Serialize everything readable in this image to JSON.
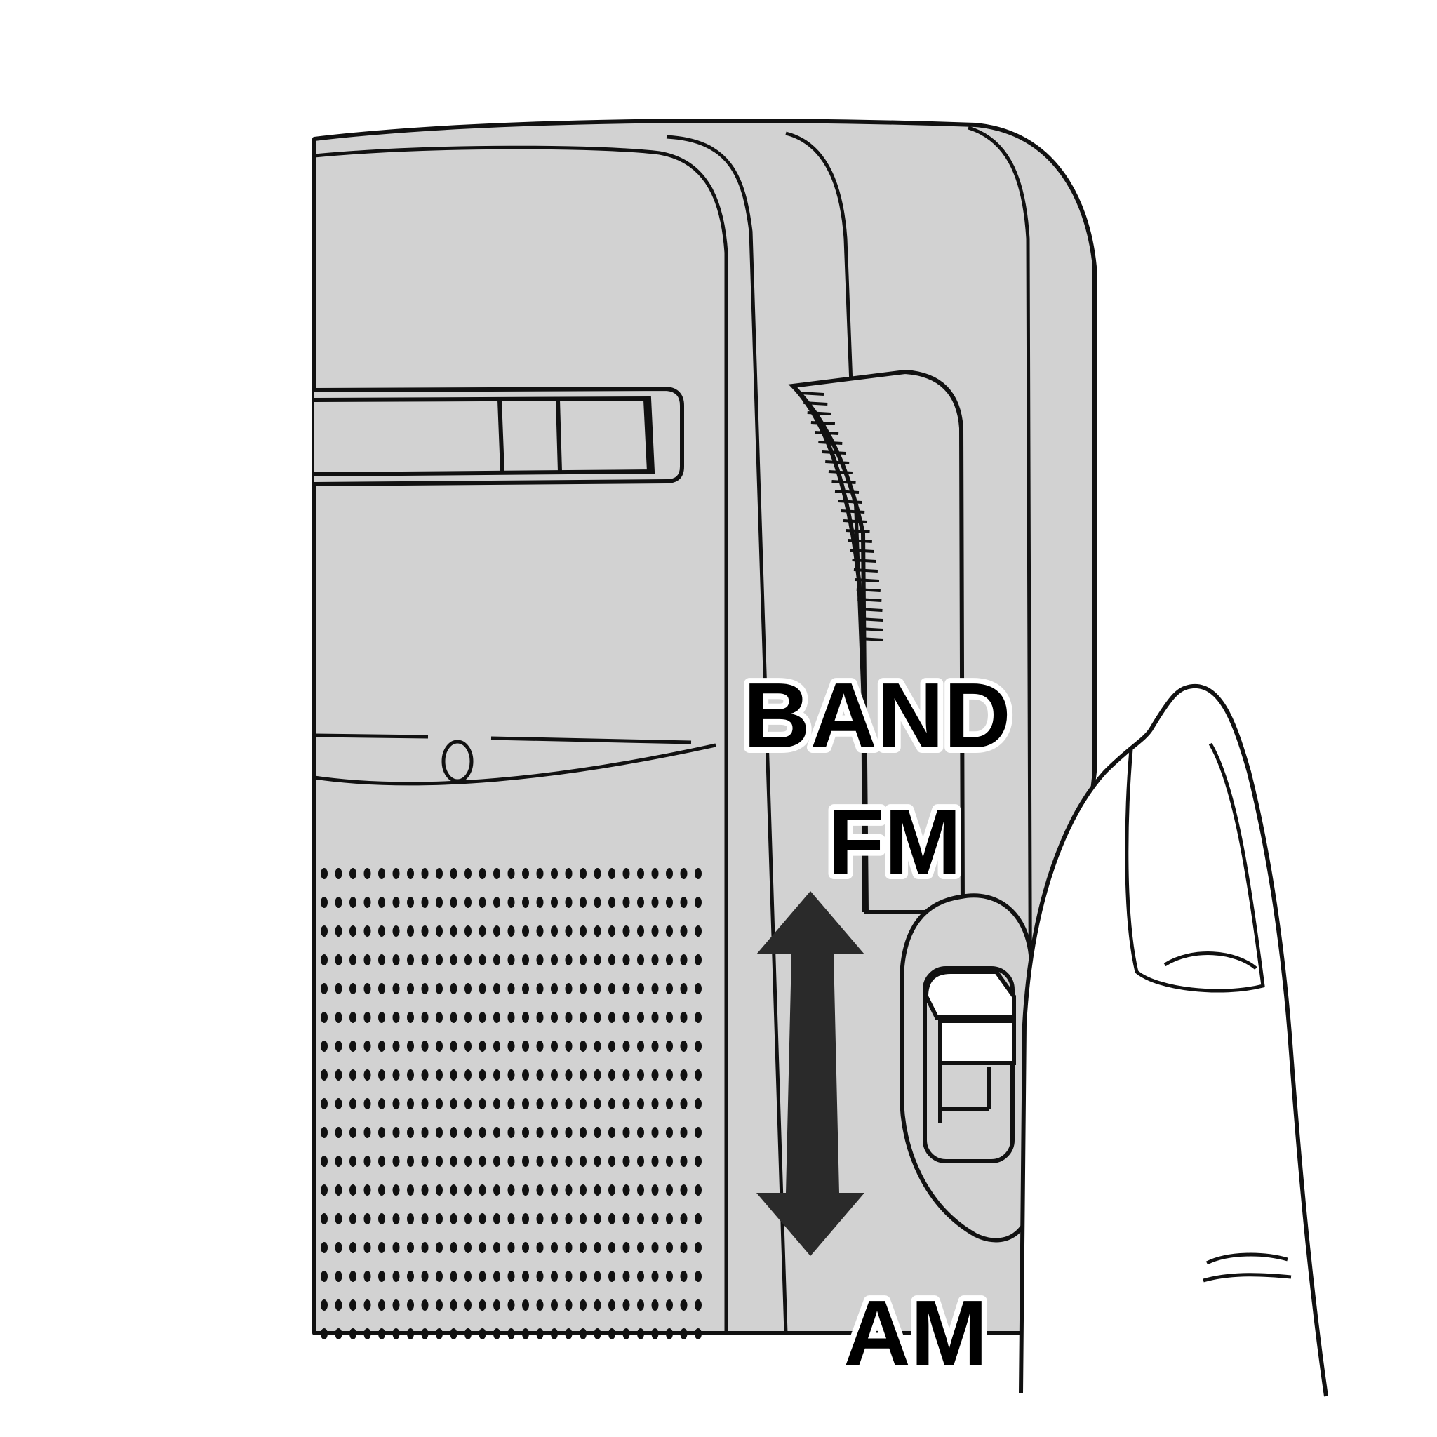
{
  "labels": {
    "band": "BAND",
    "fm": "FM",
    "am": "AM"
  },
  "colors": {
    "body_fill": "#d2d2d2",
    "outline": "#111111",
    "background": "#ffffff",
    "label": "#000000",
    "finger_fill": "#ffffff"
  },
  "icons": {
    "arrow": "double-headed-vertical-arrow",
    "switch": "band-slide-switch",
    "dial": "tuning-dial"
  }
}
